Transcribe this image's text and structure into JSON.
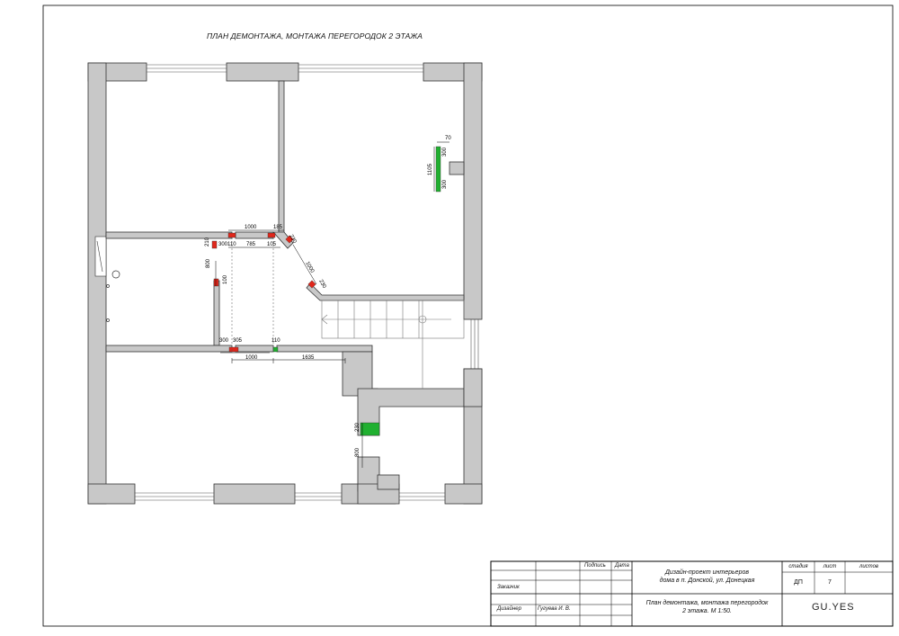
{
  "title": "ПЛАН ДЕМОНТАЖА, МОНТАЖА ПЕРЕГОРОДОК 2 ЭТАЖА",
  "colors": {
    "wall": "#c8c8c8",
    "outline": "#333333",
    "demolish": "#e0271b",
    "install": "#20b030",
    "line": "#000000"
  },
  "dimensions": [
    {
      "id": "d1000a",
      "text": "1000"
    },
    {
      "id": "d185",
      "text": "185"
    },
    {
      "id": "d210",
      "text": "210"
    },
    {
      "id": "d300a",
      "text": "300"
    },
    {
      "id": "d110a",
      "text": "110"
    },
    {
      "id": "d785",
      "text": "785"
    },
    {
      "id": "d105",
      "text": "105"
    },
    {
      "id": "d800a",
      "text": "800"
    },
    {
      "id": "d100",
      "text": "100"
    },
    {
      "id": "d300b",
      "text": "300"
    },
    {
      "id": "d305",
      "text": "305"
    },
    {
      "id": "d110b",
      "text": "110"
    },
    {
      "id": "d1000b",
      "text": "1000"
    },
    {
      "id": "d1635",
      "text": "1635"
    },
    {
      "id": "d70",
      "text": "70"
    },
    {
      "id": "d1105",
      "text": "1105"
    },
    {
      "id": "d300c",
      "text": "300"
    },
    {
      "id": "d300d",
      "text": "300"
    },
    {
      "id": "d1000c",
      "text": "1000"
    },
    {
      "id": "d230a",
      "text": "230"
    },
    {
      "id": "d230b",
      "text": "230"
    },
    {
      "id": "d230c",
      "text": "230"
    },
    {
      "id": "d800b",
      "text": "800"
    }
  ],
  "title_block": {
    "podpis": "Подпись",
    "data": "Дата",
    "zakazchik": "Заказчик",
    "designer_label": "Дизайнер",
    "designer_name": "Гугуева И. В.",
    "project_line1": "Дизайн-проект интерьеров",
    "project_line2": "дома в п. Донской, ул. Донецкая",
    "sheet_line1": "План демонтажа, монтажа перегородок",
    "sheet_line2": "2 этажа. М 1:50.",
    "stadiya": "стадия",
    "list": "лист",
    "listov": "листов",
    "stage_value": "ДП",
    "sheet_number": "7",
    "logo": "GU.YES"
  }
}
